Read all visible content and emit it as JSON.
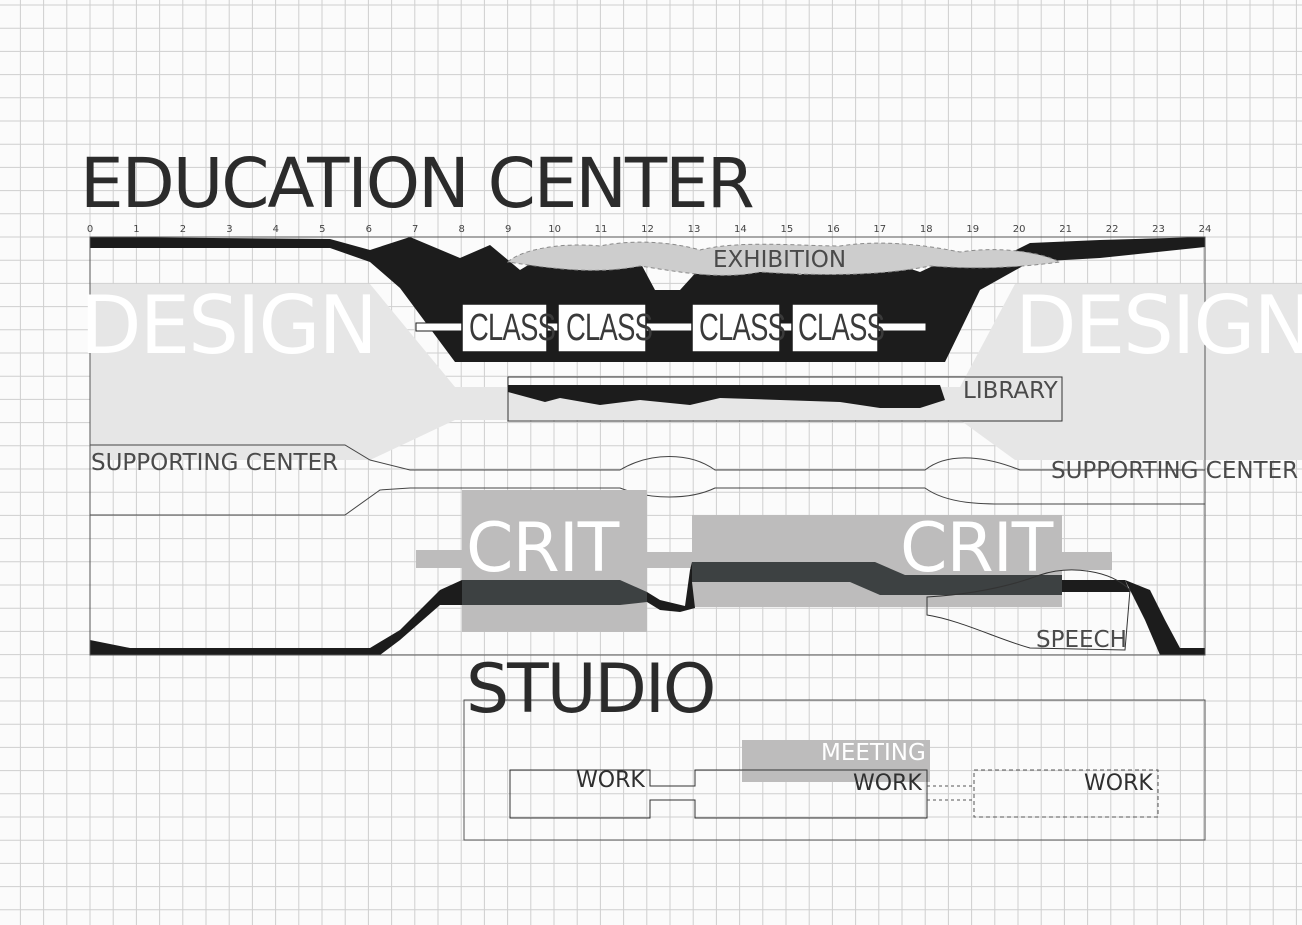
{
  "titles": {
    "education_center": "EDUCATION CENTER",
    "studio": "STUDIO"
  },
  "time_axis": {
    "ticks": [
      "0",
      "1",
      "2",
      "3",
      "4",
      "5",
      "6",
      "7",
      "8",
      "9",
      "10",
      "11",
      "12",
      "13",
      "14",
      "15",
      "16",
      "17",
      "18",
      "19",
      "20",
      "21",
      "22",
      "23",
      "24"
    ]
  },
  "zones": {
    "design": "DESIGN",
    "exhibition": "EXHIBITION",
    "class": "CLASS",
    "library": "LIBRARY",
    "supporting_center": "SUPPORTING CENTER",
    "crit": "CRIT",
    "speech": "SPEECH",
    "meeting": "MEETING",
    "work": "WORK"
  },
  "colors": {
    "dark_fill": "#1c1c1c",
    "light_gray": "#e6e6e6",
    "mid_gray": "#bdbcbc",
    "crit_band": "#3d4142",
    "grid_line": "#cfcfcf",
    "text": "#2b2b2b"
  }
}
